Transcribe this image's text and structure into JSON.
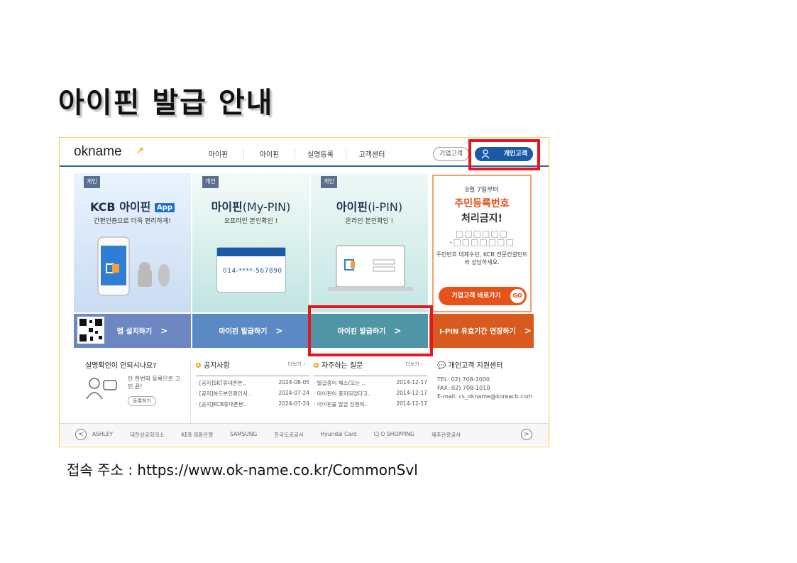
{
  "page_title": "아이핀 발급 안내",
  "footer_text": "접속 주소 : https://www.ok-name.co.kr/CommonSvl",
  "site": {
    "logo": "okname",
    "nav": [
      "마이핀",
      "아이핀",
      "실명등록",
      "고객센터"
    ],
    "business_button": "기업고객",
    "personal_button": "개인고객",
    "panels": [
      {
        "badge": "개인",
        "title": "KCB 아이핀",
        "tag": "App",
        "subtitle": "간편인증으로 더욱 편리하게!",
        "action": "앱 설치하기"
      },
      {
        "badge": "개인",
        "title": "마이핀",
        "title_paren": "(My-PIN)",
        "subtitle": "오프라인 본인확인 !",
        "card_number": "014-****-567890",
        "action": "마이핀 발급하기"
      },
      {
        "badge": "개인",
        "title": "아이핀",
        "title_paren": "(i-PIN)",
        "subtitle": "온라인 본인확인 !",
        "action": "아이핀 발급하기"
      }
    ],
    "promo": {
      "date": "8월 7일부터",
      "headline1": "주민등록번호",
      "headline2": "처리금지!",
      "masked": "□□□□□□ -□□□□□□□",
      "description": "주민번호 대체수단, KCB 전문컨설턴트와 상담하세요.",
      "button": "기업고객 바로가기",
      "go": "GO"
    },
    "ipin_extend_button": "I-PIN 유효기간 연장하기",
    "verify": {
      "title": "실명확인이 안되시나요?",
      "text": "단 한번의 등록으로 고민 끝!",
      "button": "등록하기"
    },
    "notices": {
      "title": "공지사항",
      "more": "더보기",
      "rows": [
        {
          "text": "· [공지]SKT휴대폰본..",
          "date": "2024-08-05"
        },
        {
          "text": "· [공지]하드본인확인서..",
          "date": "2024-07-24"
        },
        {
          "text": "· [공지]KCB휴대폰본..",
          "date": "2024-07-24"
        }
      ]
    },
    "faq": {
      "title": "자주하는 질문",
      "more": "더보기",
      "rows": [
        {
          "text": "· 발급중이 해소(또는 ..",
          "date": "2014-12-17"
        },
        {
          "text": "· 마이핀이 중지되었다고..",
          "date": "2014-12-17"
        },
        {
          "text": "· 아이핀을 발급 신청하..",
          "date": "2014-12-17"
        }
      ]
    },
    "support": {
      "title": "개인고객 지원센터",
      "tel": "TEL: 02) 708-1000",
      "fax": "FAX: 02) 708-1010",
      "email": "E-mail: cs_okname@koreacb.com"
    },
    "partners": [
      "ASHLEY",
      "대한상공회의소",
      "KEB 외환은행",
      "SAMSUNG",
      "한국도로공사",
      "Hyundai Card",
      "CJ O SHOPPING",
      "제주관광공사"
    ]
  }
}
